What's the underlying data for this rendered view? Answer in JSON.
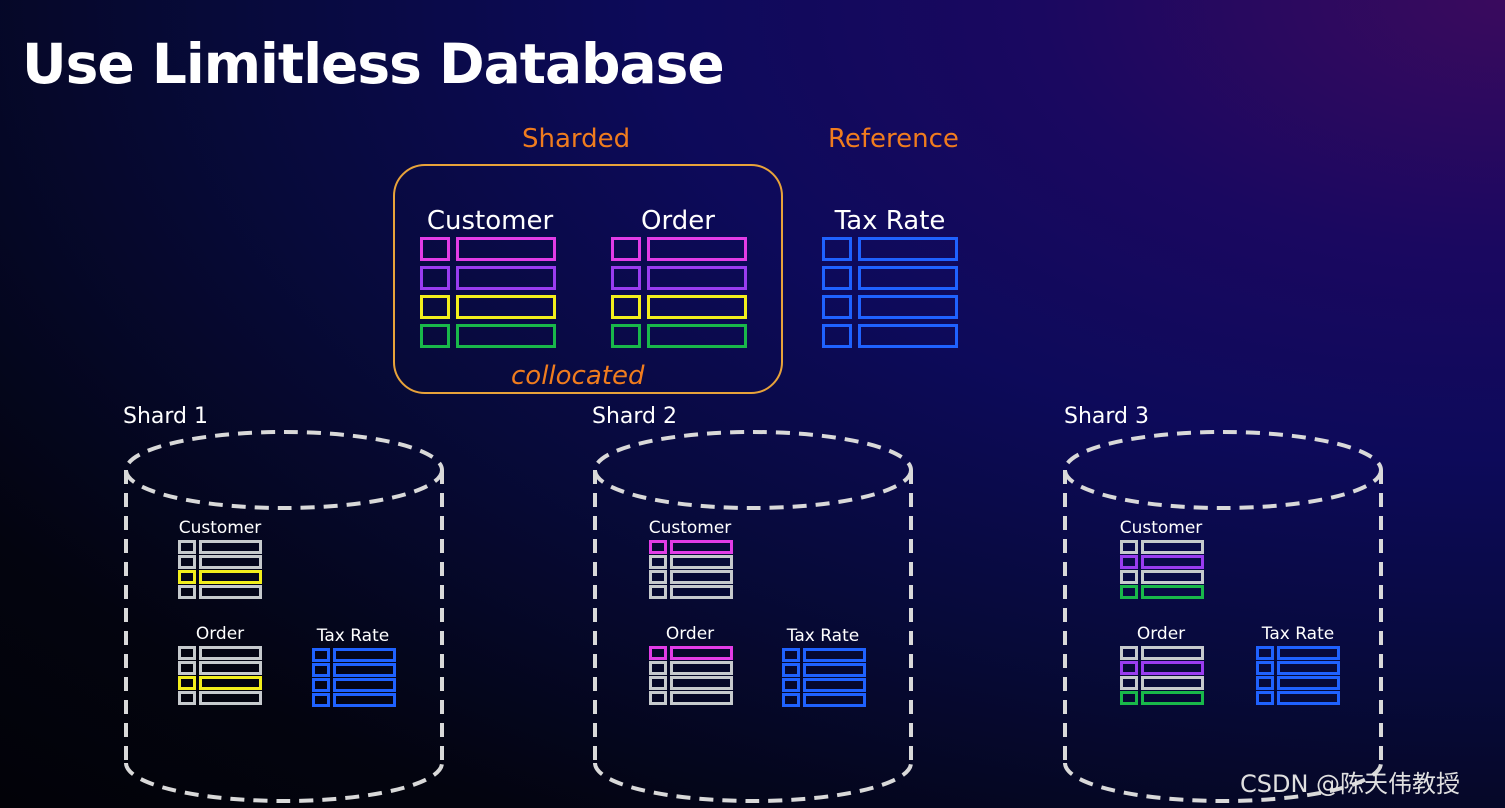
{
  "title": "Use Limitless Database",
  "labels": {
    "sharded": "Sharded",
    "reference": "Reference",
    "collocated": "collocated"
  },
  "tables": {
    "customer": "Customer",
    "order": "Order",
    "tax_rate": "Tax Rate"
  },
  "colors": {
    "magenta": "#e23ce6",
    "purple": "#9a3cf0",
    "yellow": "#f2ee1c",
    "green": "#19b84a",
    "blue": "#1f62ff",
    "gray": "#c6cacd",
    "orange": "#f07c1e"
  },
  "shards": [
    {
      "label": "Shard 1",
      "customer_title": "Customer",
      "order_title": "Order",
      "tax_title": "Tax Rate",
      "highlight": [
        "yellow"
      ]
    },
    {
      "label": "Shard 2",
      "customer_title": "Customer",
      "order_title": "Order",
      "tax_title": "Tax Rate",
      "highlight": [
        "magenta"
      ]
    },
    {
      "label": "Shard 3",
      "customer_title": "Customer",
      "order_title": "Order",
      "tax_title": "Tax Rate",
      "highlight": [
        "purple",
        "green"
      ]
    }
  ],
  "watermark": "CSDN @陈天伟教授"
}
